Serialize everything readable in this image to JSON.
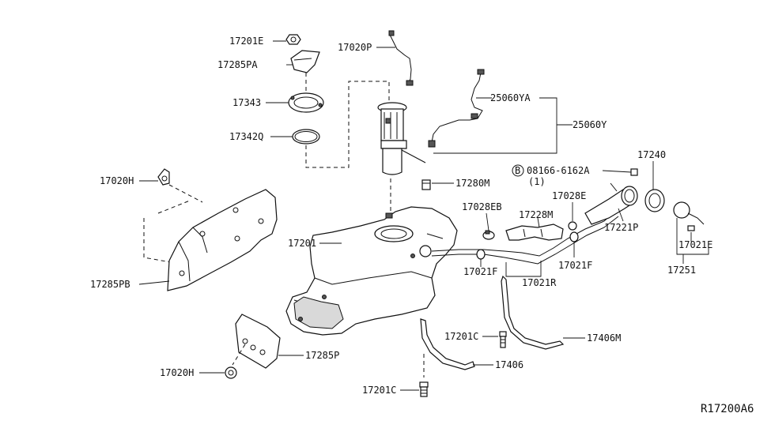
{
  "diagram_id": "R17200A6",
  "labels": {
    "p17201E_top": "17201E",
    "p17285PA": "17285PA",
    "p17343": "17343",
    "p17342Q": "17342Q",
    "p17020P": "17020P",
    "p25060YA": "25060YA",
    "p25060Y": "25060Y",
    "p17020H_upper": "17020H",
    "p17280M": "17280M",
    "p08166": "08166-6162A",
    "p08166_qty": "(1)",
    "p08166_marker": "B",
    "p17240": "17240",
    "p17028E": "17028E",
    "p17028EB": "17028EB",
    "p17228M": "17228M",
    "p17221P": "17221P",
    "p17201": "17201",
    "p17021E_right": "17021E",
    "p17251": "17251",
    "p17021F_left": "17021F",
    "p17021F_right": "17021F",
    "p17021R": "17021R",
    "p17285PB": "17285PB",
    "p17201C_mid": "17201C",
    "p17406M": "17406M",
    "p17406": "17406",
    "p17285P": "17285P",
    "p17020H_lower": "17020H",
    "p17201C_low": "17201C"
  }
}
